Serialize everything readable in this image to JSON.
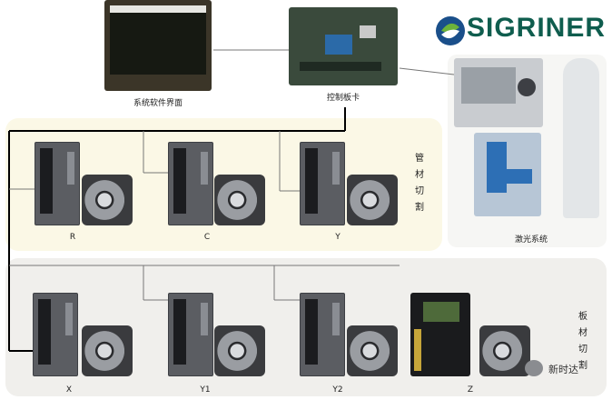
{
  "logo": {
    "text": "SIGRINER"
  },
  "labels": {
    "software": "系统软件界面",
    "controller": "控制板卡",
    "laser": "激光系统",
    "tube_group": "管材切割",
    "sheet_group": "板材切割",
    "axis_r": "R",
    "axis_c": "C",
    "axis_y": "Y",
    "axis_x": "X",
    "axis_y1": "Y1",
    "axis_y2": "Y2",
    "axis_z": "Z"
  },
  "watermark": {
    "text": "新时达"
  },
  "colors": {
    "tube_panel": "#fbf8e6",
    "sheet_panel": "#f0efec",
    "logo_green": "#0f5d4e",
    "logo_blue": "#1a4f8a",
    "line": "#000000"
  }
}
